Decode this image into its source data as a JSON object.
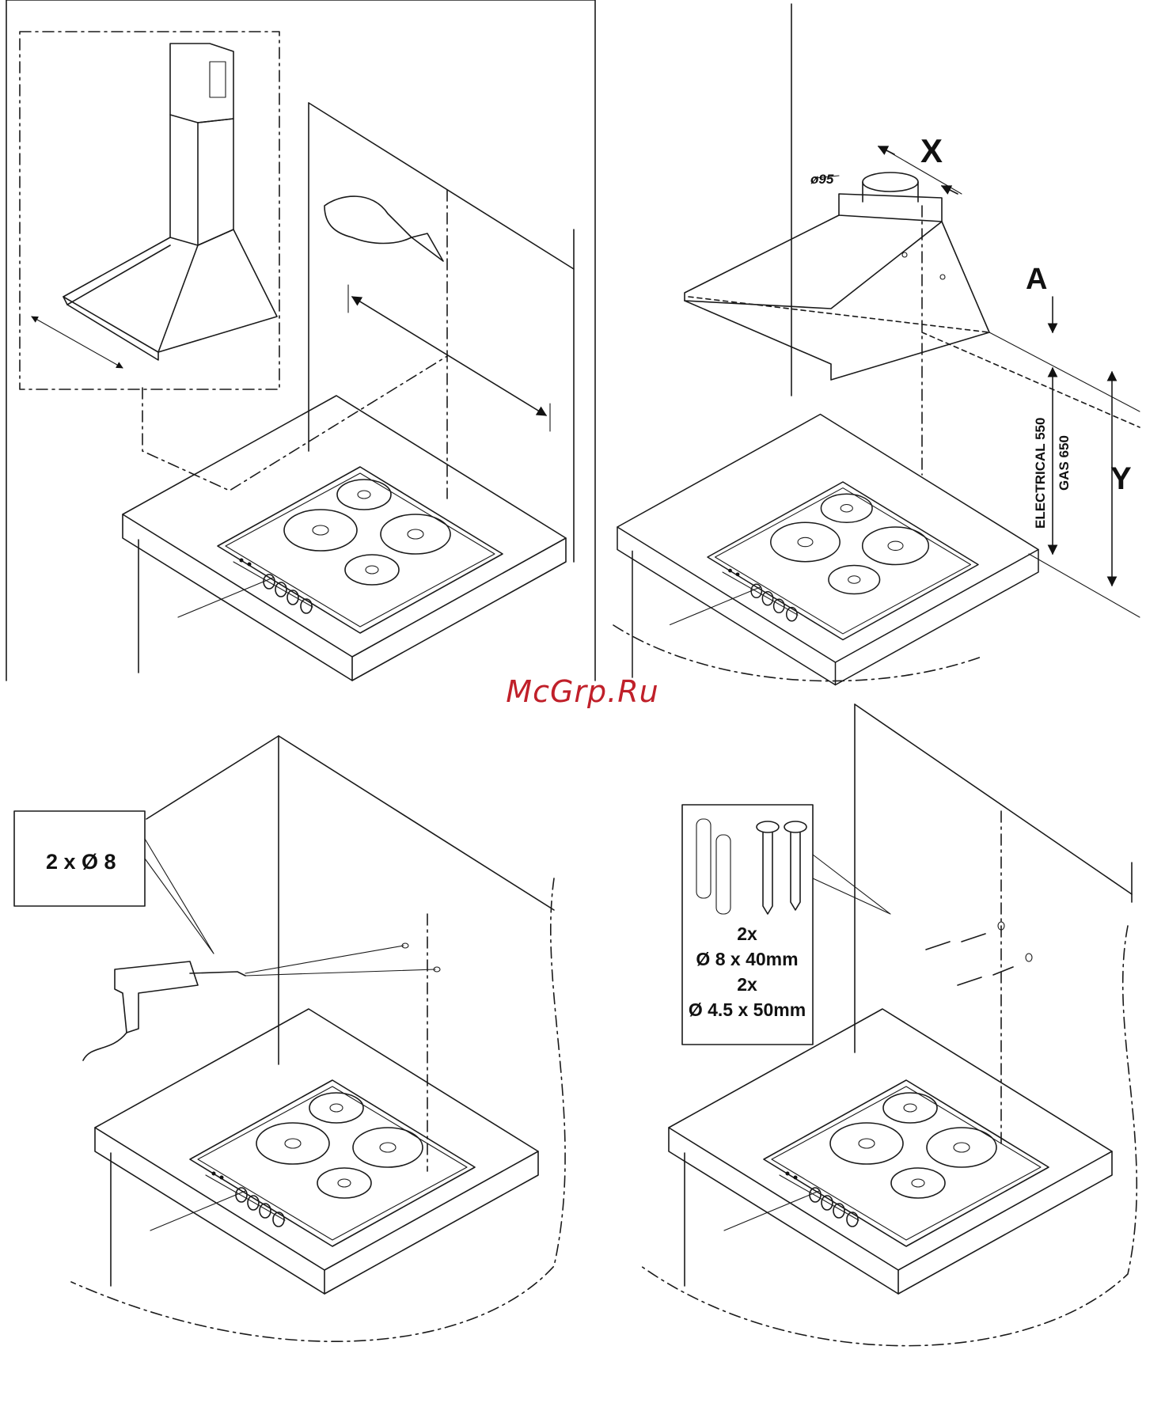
{
  "watermark": "McGrp.Ru",
  "panel_top_right": {
    "diameter_label": "ø95",
    "x_label": "X",
    "a_label": "A",
    "y_label": "Y",
    "electrical_label": "ELECTRICAL 550",
    "gas_label": "GAS 650"
  },
  "panel_bottom_left": {
    "drill_label": "2 x Ø 8"
  },
  "panel_bottom_right": {
    "qty_1": "2x",
    "size_1": "Ø 8 x 40mm",
    "qty_2": "2x",
    "size_2": "Ø 4.5 x 50mm"
  }
}
